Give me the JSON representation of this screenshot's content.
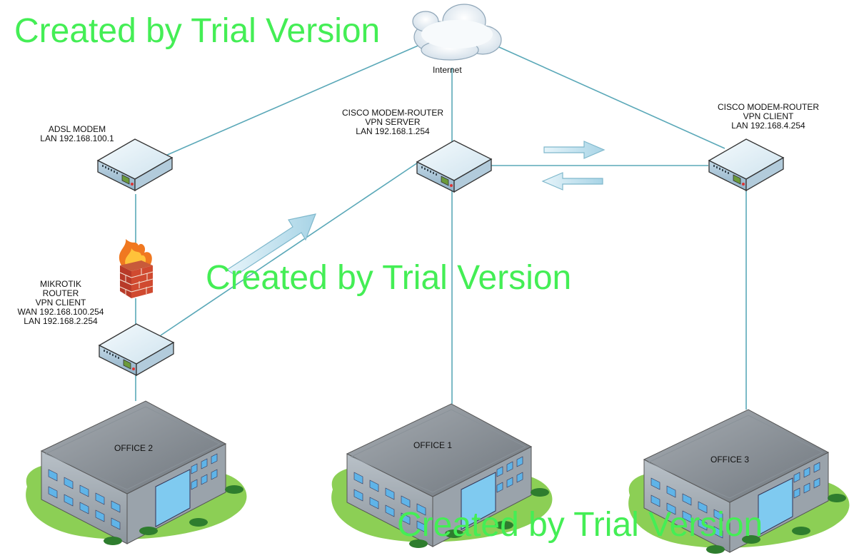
{
  "internet_label": "Internet",
  "adsl": {
    "lines": [
      "ADSL MODEM",
      "LAN 192.168.100.1"
    ]
  },
  "cisco_server": {
    "lines": [
      "CISCO MODEM-ROUTER",
      "VPN SERVER",
      "LAN 192.168.1.254"
    ]
  },
  "cisco_client": {
    "lines": [
      "CISCO MODEM-ROUTER",
      "VPN CLIENT",
      "LAN 192.168.4.254"
    ]
  },
  "mikrotik": {
    "lines": [
      "MIKROTIK",
      "ROUTER",
      "VPN CLIENT",
      "WAN 192.168.100.254",
      "LAN 192.168.2.254"
    ]
  },
  "offices": {
    "office1": "OFFICE 1",
    "office2": "OFFICE 2",
    "office3": "OFFICE 3"
  },
  "watermark": "Created by Trial Version",
  "colors": {
    "link": "#5aa8b8",
    "device_top": "#e8f2f8",
    "arrow": "#cce8f4",
    "watermark": "#44ee55",
    "grass": "#8ccf55"
  }
}
